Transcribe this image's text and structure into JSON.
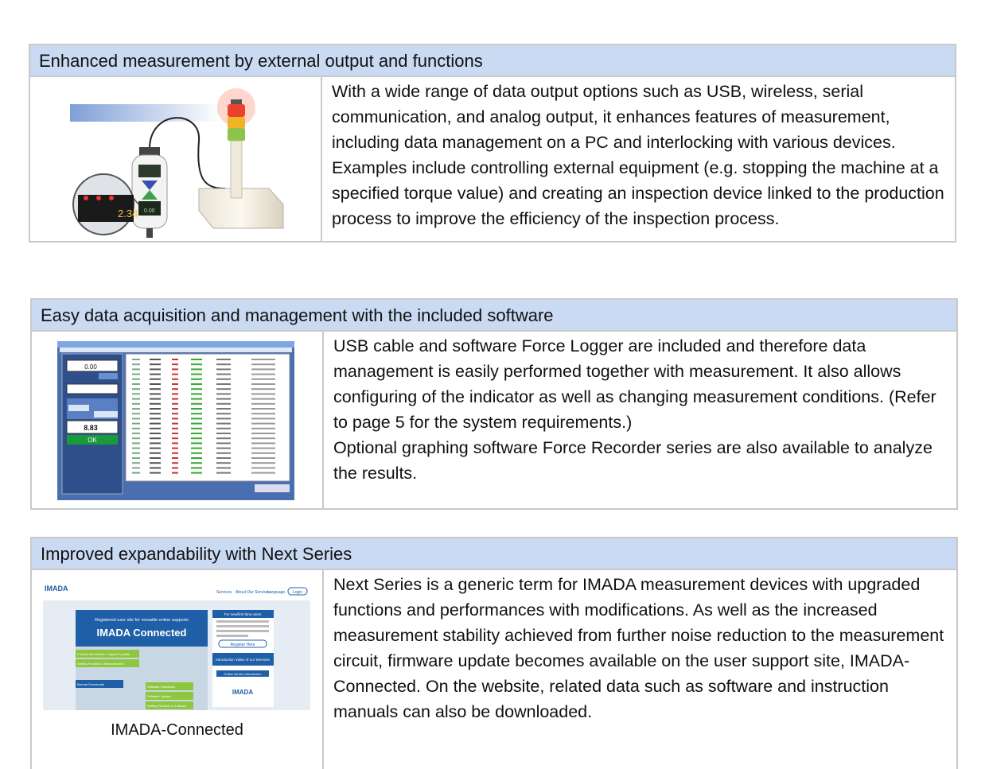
{
  "sections": [
    {
      "title": "Enhanced measurement by external output and functions",
      "body": "With a wide range of data output options such as USB, wireless, serial communication, and analog output, it enhances features of measurement, including data management on a PC and interlocking with various devices. Examples include controlling external equipment (e.g. stopping the machine at a specified torque value) and creating an inspection device linked to the production process to improve the efficiency of the inspection process.",
      "display_value": "0.00",
      "display_value_2": "2.34"
    },
    {
      "title": "Easy data acquisition and management with the included software",
      "body_1": "USB cable and software Force Logger are included and therefore data management is easily performed together with measurement. It also allows configuring of the indicator as well as changing measurement conditions. (Refer to page 5 for the system requirements.)",
      "body_2": "Optional graphing software Force Recorder series are also available to analyze the results.",
      "software_readout_top": "0.00",
      "software_readout": "8.83",
      "software_ok": "OK"
    },
    {
      "title": "Improved expandability with Next Series",
      "body": "Next Series is a generic term for IMADA measurement devices with upgraded functions and performances with modifications. As well as the increased measurement stability achieved from further noise reduction to the measurement circuit, firmware update becomes available on the user support site, IMADA-Connected. On the website, related data such as software and instruction manuals can also be downloaded.",
      "caption": "IMADA-Connected",
      "web": {
        "logo": "IMADA",
        "nav": [
          "Services",
          "About Our Services",
          "Language",
          "Login"
        ],
        "tagline": "Registered user site for versatile online supports",
        "banner": "IMADA Connected",
        "menu": [
          "Product Information / Support Update",
          "Setting Function & Measurement",
          "Manual Downloads",
          "Software Download",
          "Software Update",
          "Setting Function & Software"
        ],
        "side_title": "For new/first time users",
        "register": "Register Here",
        "video": "Introduction Video of our Services",
        "service_intro": "Online service introduction",
        "side_logo": "IMADA"
      }
    }
  ],
  "colors": {
    "header_bg": "#c9daf2",
    "border": "#c9c9c9",
    "web_blue": "#1f5fa8",
    "web_green": "#8dc63f",
    "ok_green": "#1a9a3a"
  }
}
